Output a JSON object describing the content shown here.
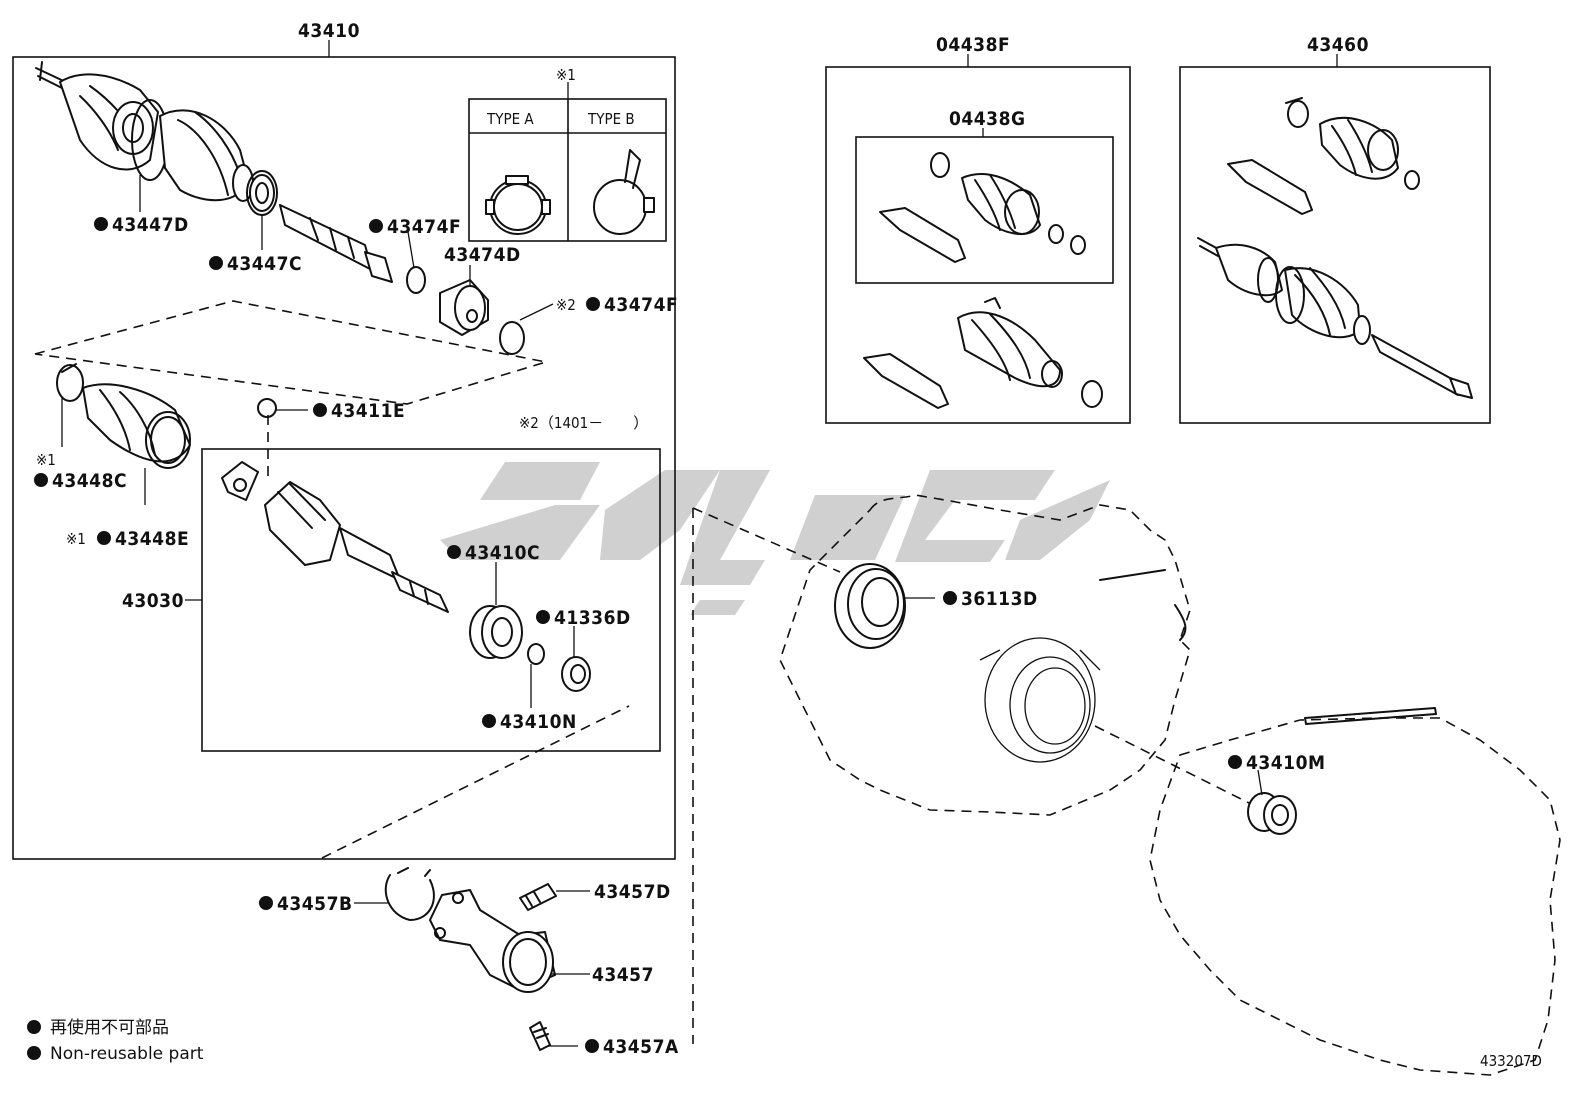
{
  "legend": {
    "jp_text": "再使用不可部品",
    "en_text": "Non-reusable part"
  },
  "figure_number": "433207D",
  "type_box": {
    "note": "※1",
    "type_a": "TYPE A",
    "type_b": "TYPE B"
  },
  "note_range": "※2（1401－　　）",
  "labels": {
    "p43410": "43410",
    "p04438F": "04438F",
    "p04438G": "04438G",
    "p43460": "43460",
    "p43447D": "43447D",
    "p43447C": "43447C",
    "p43474F_a": "43474F",
    "p43474D": "43474D",
    "p43474F_b": "43474F",
    "p43474F_b_note": "※2",
    "p43411E": "43411E",
    "p43448C_note": "※1",
    "p43448C": "43448C",
    "p43448E_note": "※1",
    "p43448E": "43448E",
    "p43030": "43030",
    "p43410C": "43410C",
    "p41336D": "41336D",
    "p43410N": "43410N",
    "p36113D": "36113D",
    "p43410M": "43410M",
    "p43457B": "43457B",
    "p43457D": "43457D",
    "p43457": "43457",
    "p43457A": "43457A"
  }
}
